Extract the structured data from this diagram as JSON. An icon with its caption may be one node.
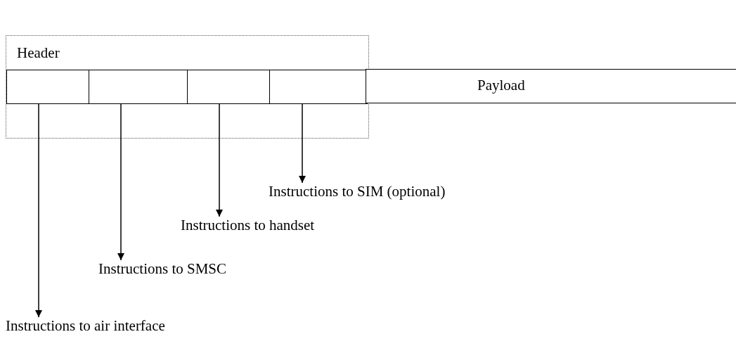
{
  "diagram": {
    "nodes": [
      {
        "text": [
          "Header"
        ]
      },
      {
        "text": [],
        "shape": "box",
        "in": 0
      },
      {
        "text": [],
        "shape": "box",
        "in": 0
      },
      {
        "text": [],
        "shape": "box",
        "in": 0
      },
      {
        "text": [],
        "shape": "box",
        "in": 0
      },
      {
        "text": [
          "Payload"
        ]
      },
      {
        "text": [
          "Instructions to SIM (optional)"
        ]
      },
      {
        "text": [
          "Instructions to handset"
        ]
      },
      {
        "text": [
          "Instructions to SMSC"
        ]
      },
      {
        "text": [
          "Instructions to air interface"
        ]
      }
    ],
    "edges": [
      {
        "from": 1,
        "to": 9,
        "arrow": "to"
      },
      {
        "from": 2,
        "to": 8,
        "arrow": "to"
      },
      {
        "from": 3,
        "to": 7,
        "arrow": "to"
      },
      {
        "from": 4,
        "to": 6,
        "arrow": "to"
      }
    ]
  }
}
